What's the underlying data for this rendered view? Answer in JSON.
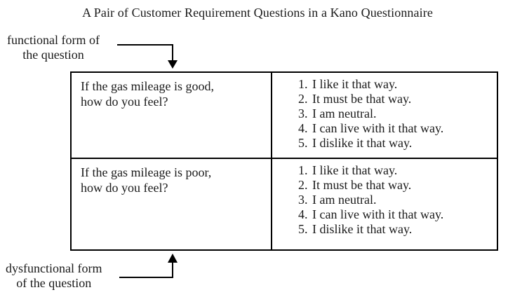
{
  "title": "A Pair of Customer Requirement Questions in a Kano Questionnaire",
  "labels": {
    "functional": {
      "line1": "functional form of",
      "line2": "the question"
    },
    "dysfunctional": {
      "line1": "dysfunctional form",
      "line2": "of the question"
    }
  },
  "table": {
    "rows": [
      {
        "question_line1": "If the gas mileage is good,",
        "question_line2": "how do you feel?",
        "answers": [
          {
            "n": "1.",
            "t": "I like it that way."
          },
          {
            "n": "2.",
            "t": "It must be that way."
          },
          {
            "n": "3.",
            "t": "I am neutral."
          },
          {
            "n": "4.",
            "t": "I can live with it that way."
          },
          {
            "n": "5.",
            "t": "I dislike it that way."
          }
        ]
      },
      {
        "question_line1": "If the gas mileage is poor,",
        "question_line2": "how do you feel?",
        "answers": [
          {
            "n": "1.",
            "t": "I like it that way."
          },
          {
            "n": "2.",
            "t": "It must be that way."
          },
          {
            "n": "3.",
            "t": "I am neutral."
          },
          {
            "n": "4.",
            "t": "I can live with it that way."
          },
          {
            "n": "5.",
            "t": "I dislike it that way."
          }
        ]
      }
    ]
  },
  "colors": {
    "text": "#1a1a1a",
    "line": "#000000",
    "background": "#ffffff"
  }
}
